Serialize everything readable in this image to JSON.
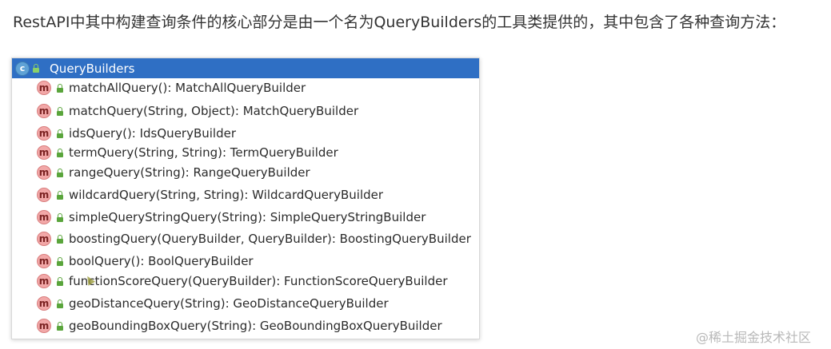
{
  "intro_text": "RestAPI中其中构建查询条件的核心部分是由一个名为QueryBuilders的工具类提供的，其中包含了各种查询方法：",
  "popup": {
    "class_name": "QueryBuilders",
    "class_icon_letter": "c",
    "method_icon_letter": "m",
    "methods": [
      "matchAllQuery(): MatchAllQueryBuilder",
      "matchQuery(String, Object): MatchQueryBuilder",
      "idsQuery(): IdsQueryBuilder",
      "termQuery(String, String): TermQueryBuilder",
      "rangeQuery(String): RangeQueryBuilder",
      "wildcardQuery(String, String): WildcardQueryBuilder",
      "simpleQueryStringQuery(String): SimpleQueryStringBuilder",
      "boostingQuery(QueryBuilder, QueryBuilder): BoostingQueryBuilder",
      "boolQuery(): BoolQueryBuilder",
      "functionScoreQuery(QueryBuilder): FunctionScoreQueryBuilder",
      "geoDistanceQuery(String): GeoDistanceQueryBuilder",
      "geoBoundingBoxQuery(String): GeoBoundingBoxQueryBuilder"
    ]
  },
  "watermark": "@稀土掘金技术社区",
  "colors": {
    "header_bg": "#2f6fc4",
    "method_icon_bg": "#f2a8a8",
    "lock_icon": "#5aa53c"
  }
}
